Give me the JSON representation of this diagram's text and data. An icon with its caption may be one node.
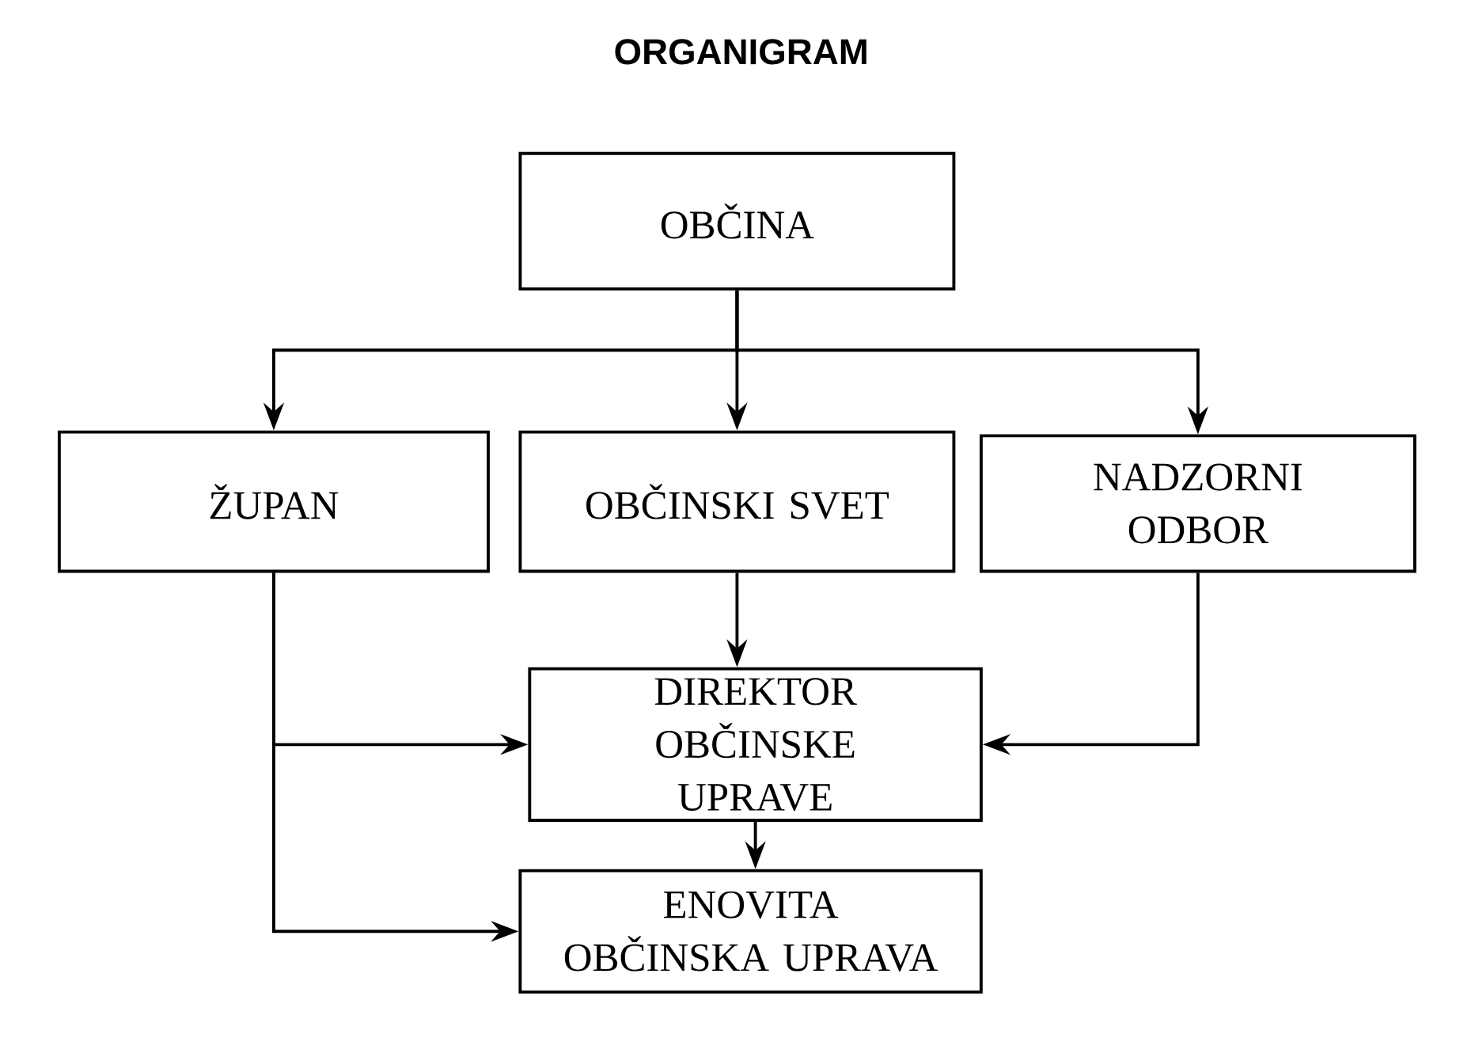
{
  "diagram": {
    "title": "ORGANIGRAM",
    "nodes": [
      {
        "text": [
          "OBČINA"
        ]
      },
      {
        "text": [
          "ŽUPAN"
        ]
      },
      {
        "text": [
          "OBČINSKI SVET"
        ]
      },
      {
        "text": [
          "NADZORNI ODBOR"
        ]
      },
      {
        "text": [
          "DIREKTOR OBČINSKE UPRAVE"
        ]
      },
      {
        "text": [
          "ENOVITA OBČINSKA UPRAVA"
        ]
      }
    ],
    "edges": [
      {
        "from": 0,
        "to": 1,
        "arrow": "to"
      },
      {
        "from": 0,
        "to": 2,
        "arrow": "to"
      },
      {
        "from": 0,
        "to": 3,
        "arrow": "to"
      },
      {
        "from": 2,
        "to": 4,
        "arrow": "to"
      },
      {
        "from": 3,
        "to": 4,
        "arrow": "to"
      },
      {
        "from": 1,
        "to": 4,
        "arrow": "to"
      },
      {
        "from": 1,
        "to": 5,
        "arrow": "to"
      },
      {
        "from": 4,
        "to": 5,
        "arrow": "to"
      }
    ]
  }
}
